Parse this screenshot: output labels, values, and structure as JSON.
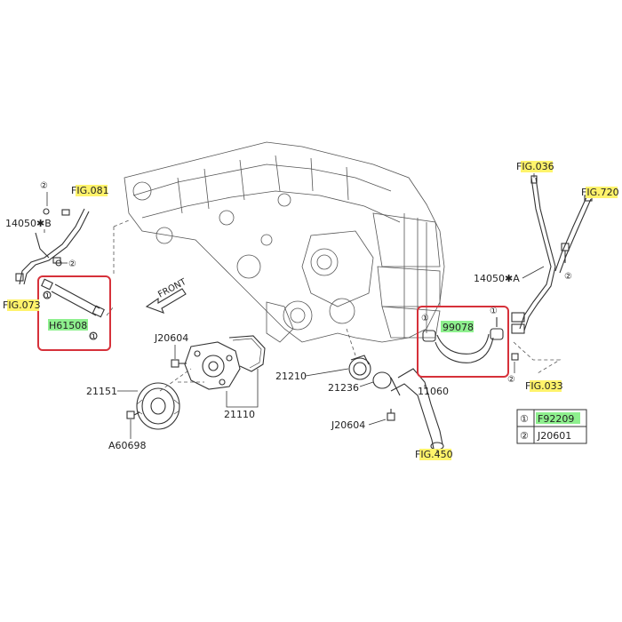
{
  "labels": {
    "fig081": "FIG.081",
    "fig073": "FIG.073",
    "part_14050b": "14050✱B",
    "part_h61508": "H61508",
    "fig036": "FIG.036",
    "fig720": "FIG.720",
    "part_14050a": "14050✱A",
    "part_99078": "99078",
    "fig033": "FIG.033",
    "part_j20604_top": "J20604",
    "part_21151": "21151",
    "part_21110": "21110",
    "part_a60698": "A60698",
    "part_21210": "21210",
    "part_21236": "21236",
    "part_j20604_bot": "J20604",
    "part_11060": "11060",
    "fig450": "FIG.450",
    "front": "FRONT"
  },
  "callouts": {
    "c1": "①",
    "c2": "②"
  },
  "legend": [
    {
      "num": "①",
      "part": "F92209"
    },
    {
      "num": "②",
      "part": "J20601"
    }
  ],
  "colors": {
    "highlight_fig": "#fff36b",
    "highlight_part": "#8ef08e",
    "box": "#d6313a"
  }
}
